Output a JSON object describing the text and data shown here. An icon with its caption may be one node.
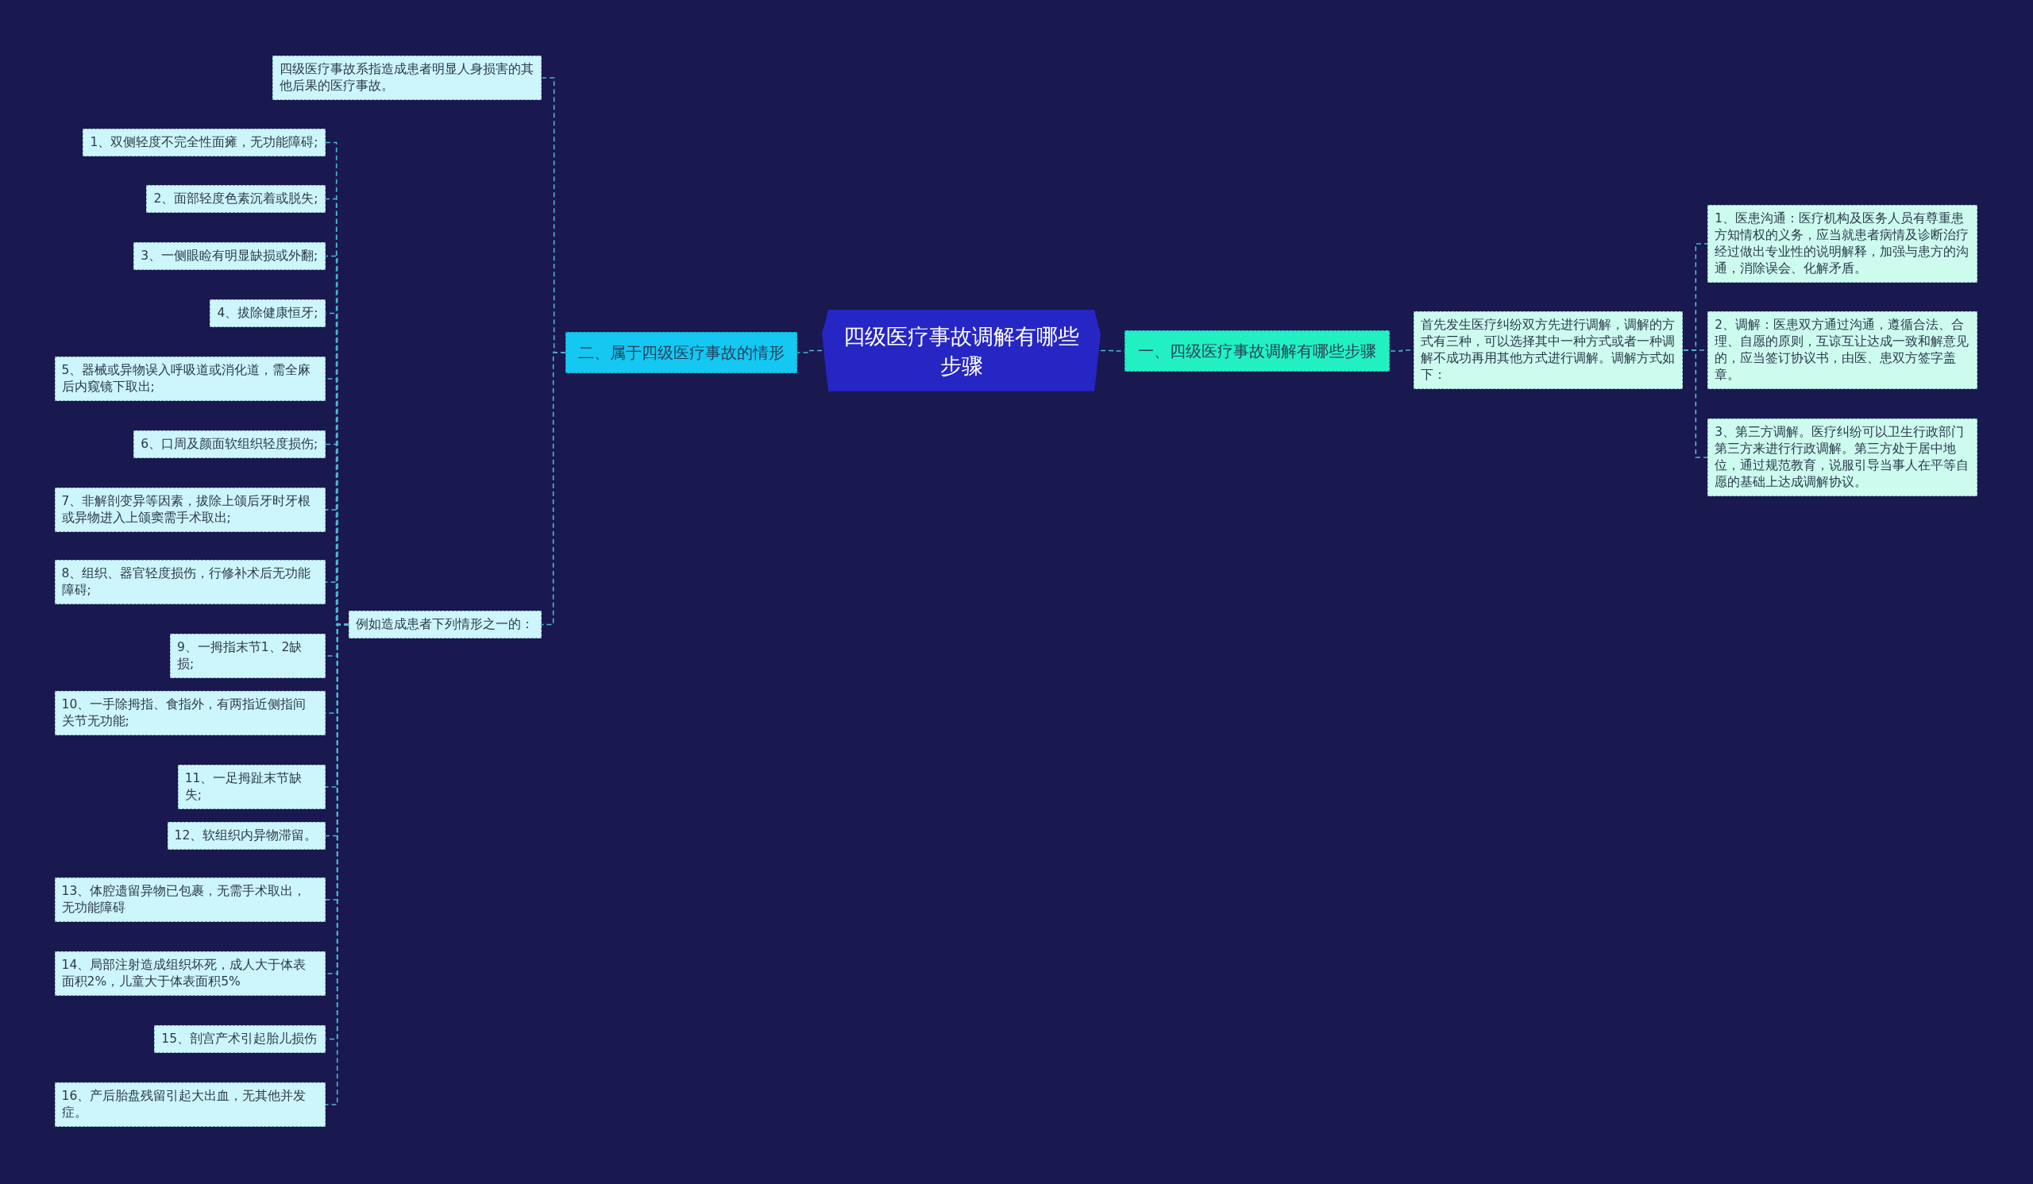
{
  "diagram": {
    "nodes": [
      {
        "text": [
          "四级医疗事故调解有哪些步骤"
        ]
      },
      {
        "text": [
          "一、四级医疗事故调解有哪些步骤"
        ]
      },
      {
        "text": [
          "首先发生医疗纠纷双方先进行调解，调解的方式有三种，可以选择其中一种方式或者一种调解不成功再用其他方式进行调解。调解方式如下："
        ]
      },
      {
        "text": [
          "1、医患沟通：医疗机构及医务人员有尊重患方知情权的义务，应当就患者病情及诊断治疗经过做出专业性的说明解释，加强与患方的沟通，消除误会、化解矛盾。"
        ]
      },
      {
        "text": [
          "2、调解：医患双方通过沟通，遵循合法、合理、自愿的原则，互谅互让达成一致和解意见的，应当签订协议书，由医、患双方签字盖章。"
        ]
      },
      {
        "text": [
          "3、第三方调解。医疗纠纷可以卫生行政部门第三方来进行行政调解。第三方处于居中地位，通过规范教育，说服引导当事人在平等自愿的基础上达成调解协议。"
        ]
      },
      {
        "text": [
          "二、属于四级医疗事故的情形"
        ]
      },
      {
        "text": [
          "四级医疗事故系指造成患者明显人身损害的其他后果的医疗事故。"
        ]
      },
      {
        "text": [
          "例如造成患者下列情形之一的："
        ]
      },
      {
        "text": [
          "1、双侧轻度不完全性面瘫，无功能障碍;"
        ]
      },
      {
        "text": [
          "2、面部轻度色素沉着或脱失;"
        ]
      },
      {
        "text": [
          "3、一侧眼睑有明显缺损或外翻;"
        ]
      },
      {
        "text": [
          "4、拔除健康恒牙;"
        ]
      },
      {
        "text": [
          "5、器械或异物误入呼吸道或消化道，需全麻后内窥镜下取出;"
        ]
      },
      {
        "text": [
          "6、口周及颜面软组织轻度损伤;"
        ]
      },
      {
        "text": [
          "7、非解剖变异等因素，拔除上颌后牙时牙根或异物进入上颌窦需手术取出;"
        ]
      },
      {
        "text": [
          "8、组织、器官轻度损伤，行修补术后无功能障碍;"
        ]
      },
      {
        "text": [
          "9、一拇指末节1、2缺损;"
        ]
      },
      {
        "text": [
          "10、一手除拇指、食指外，有两指近侧指间关节无功能;"
        ]
      },
      {
        "text": [
          "11、一足拇趾末节缺失;"
        ]
      },
      {
        "text": [
          "12、软组织内异物滞留。"
        ]
      },
      {
        "text": [
          "13、体腔遗留异物已包裹，无需手术取出，无功能障碍"
        ]
      },
      {
        "text": [
          "14、局部注射造成组织坏死，成人大于体表面积2%，儿童大于体表面积5%"
        ]
      },
      {
        "text": [
          "15、剖宫产术引起胎儿损伤"
        ]
      },
      {
        "text": [
          "16、产后胎盘残留引起大出血，无其他并发症。"
        ]
      }
    ],
    "edges": [
      {
        "from": 0,
        "to": 1,
        "arrow": "none"
      },
      {
        "from": 1,
        "to": 2,
        "arrow": "none"
      },
      {
        "from": 2,
        "to": 3,
        "arrow": "none"
      },
      {
        "from": 2,
        "to": 4,
        "arrow": "none"
      },
      {
        "from": 2,
        "to": 5,
        "arrow": "none"
      },
      {
        "from": 0,
        "to": 6,
        "arrow": "none"
      },
      {
        "from": 6,
        "to": 7,
        "arrow": "none"
      },
      {
        "from": 6,
        "to": 8,
        "arrow": "none"
      },
      {
        "from": 8,
        "to": 9,
        "arrow": "none"
      },
      {
        "from": 8,
        "to": 10,
        "arrow": "none"
      },
      {
        "from": 8,
        "to": 11,
        "arrow": "none"
      },
      {
        "from": 8,
        "to": 12,
        "arrow": "none"
      },
      {
        "from": 8,
        "to": 13,
        "arrow": "none"
      },
      {
        "from": 8,
        "to": 14,
        "arrow": "none"
      },
      {
        "from": 8,
        "to": 15,
        "arrow": "none"
      },
      {
        "from": 8,
        "to": 16,
        "arrow": "none"
      },
      {
        "from": 8,
        "to": 17,
        "arrow": "none"
      },
      {
        "from": 8,
        "to": 18,
        "arrow": "none"
      },
      {
        "from": 8,
        "to": 19,
        "arrow": "none"
      },
      {
        "from": 8,
        "to": 20,
        "arrow": "none"
      },
      {
        "from": 8,
        "to": 21,
        "arrow": "none"
      },
      {
        "from": 8,
        "to": 22,
        "arrow": "none"
      },
      {
        "from": 8,
        "to": 23,
        "arrow": "none"
      },
      {
        "from": 8,
        "to": 24,
        "arrow": "none"
      }
    ]
  }
}
